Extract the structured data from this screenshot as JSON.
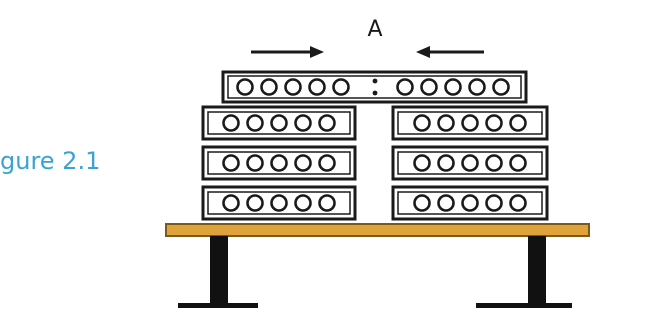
{
  "caption": "gure 2.1",
  "diagram": {
    "top_label": "A",
    "colors": {
      "caption": "#3aa3d4",
      "outline": "#1a1a1a",
      "block_fill": "#ffffff",
      "table_top": "#e0a23a",
      "table_legs": "#111111"
    },
    "left_stack_rows": 3,
    "right_stack_rows": 3,
    "circles_per_block": 5,
    "top_block_circles_per_side": 5,
    "arrows": [
      {
        "name": "left-arrow",
        "direction": "right"
      },
      {
        "name": "right-arrow",
        "direction": "left"
      }
    ]
  }
}
